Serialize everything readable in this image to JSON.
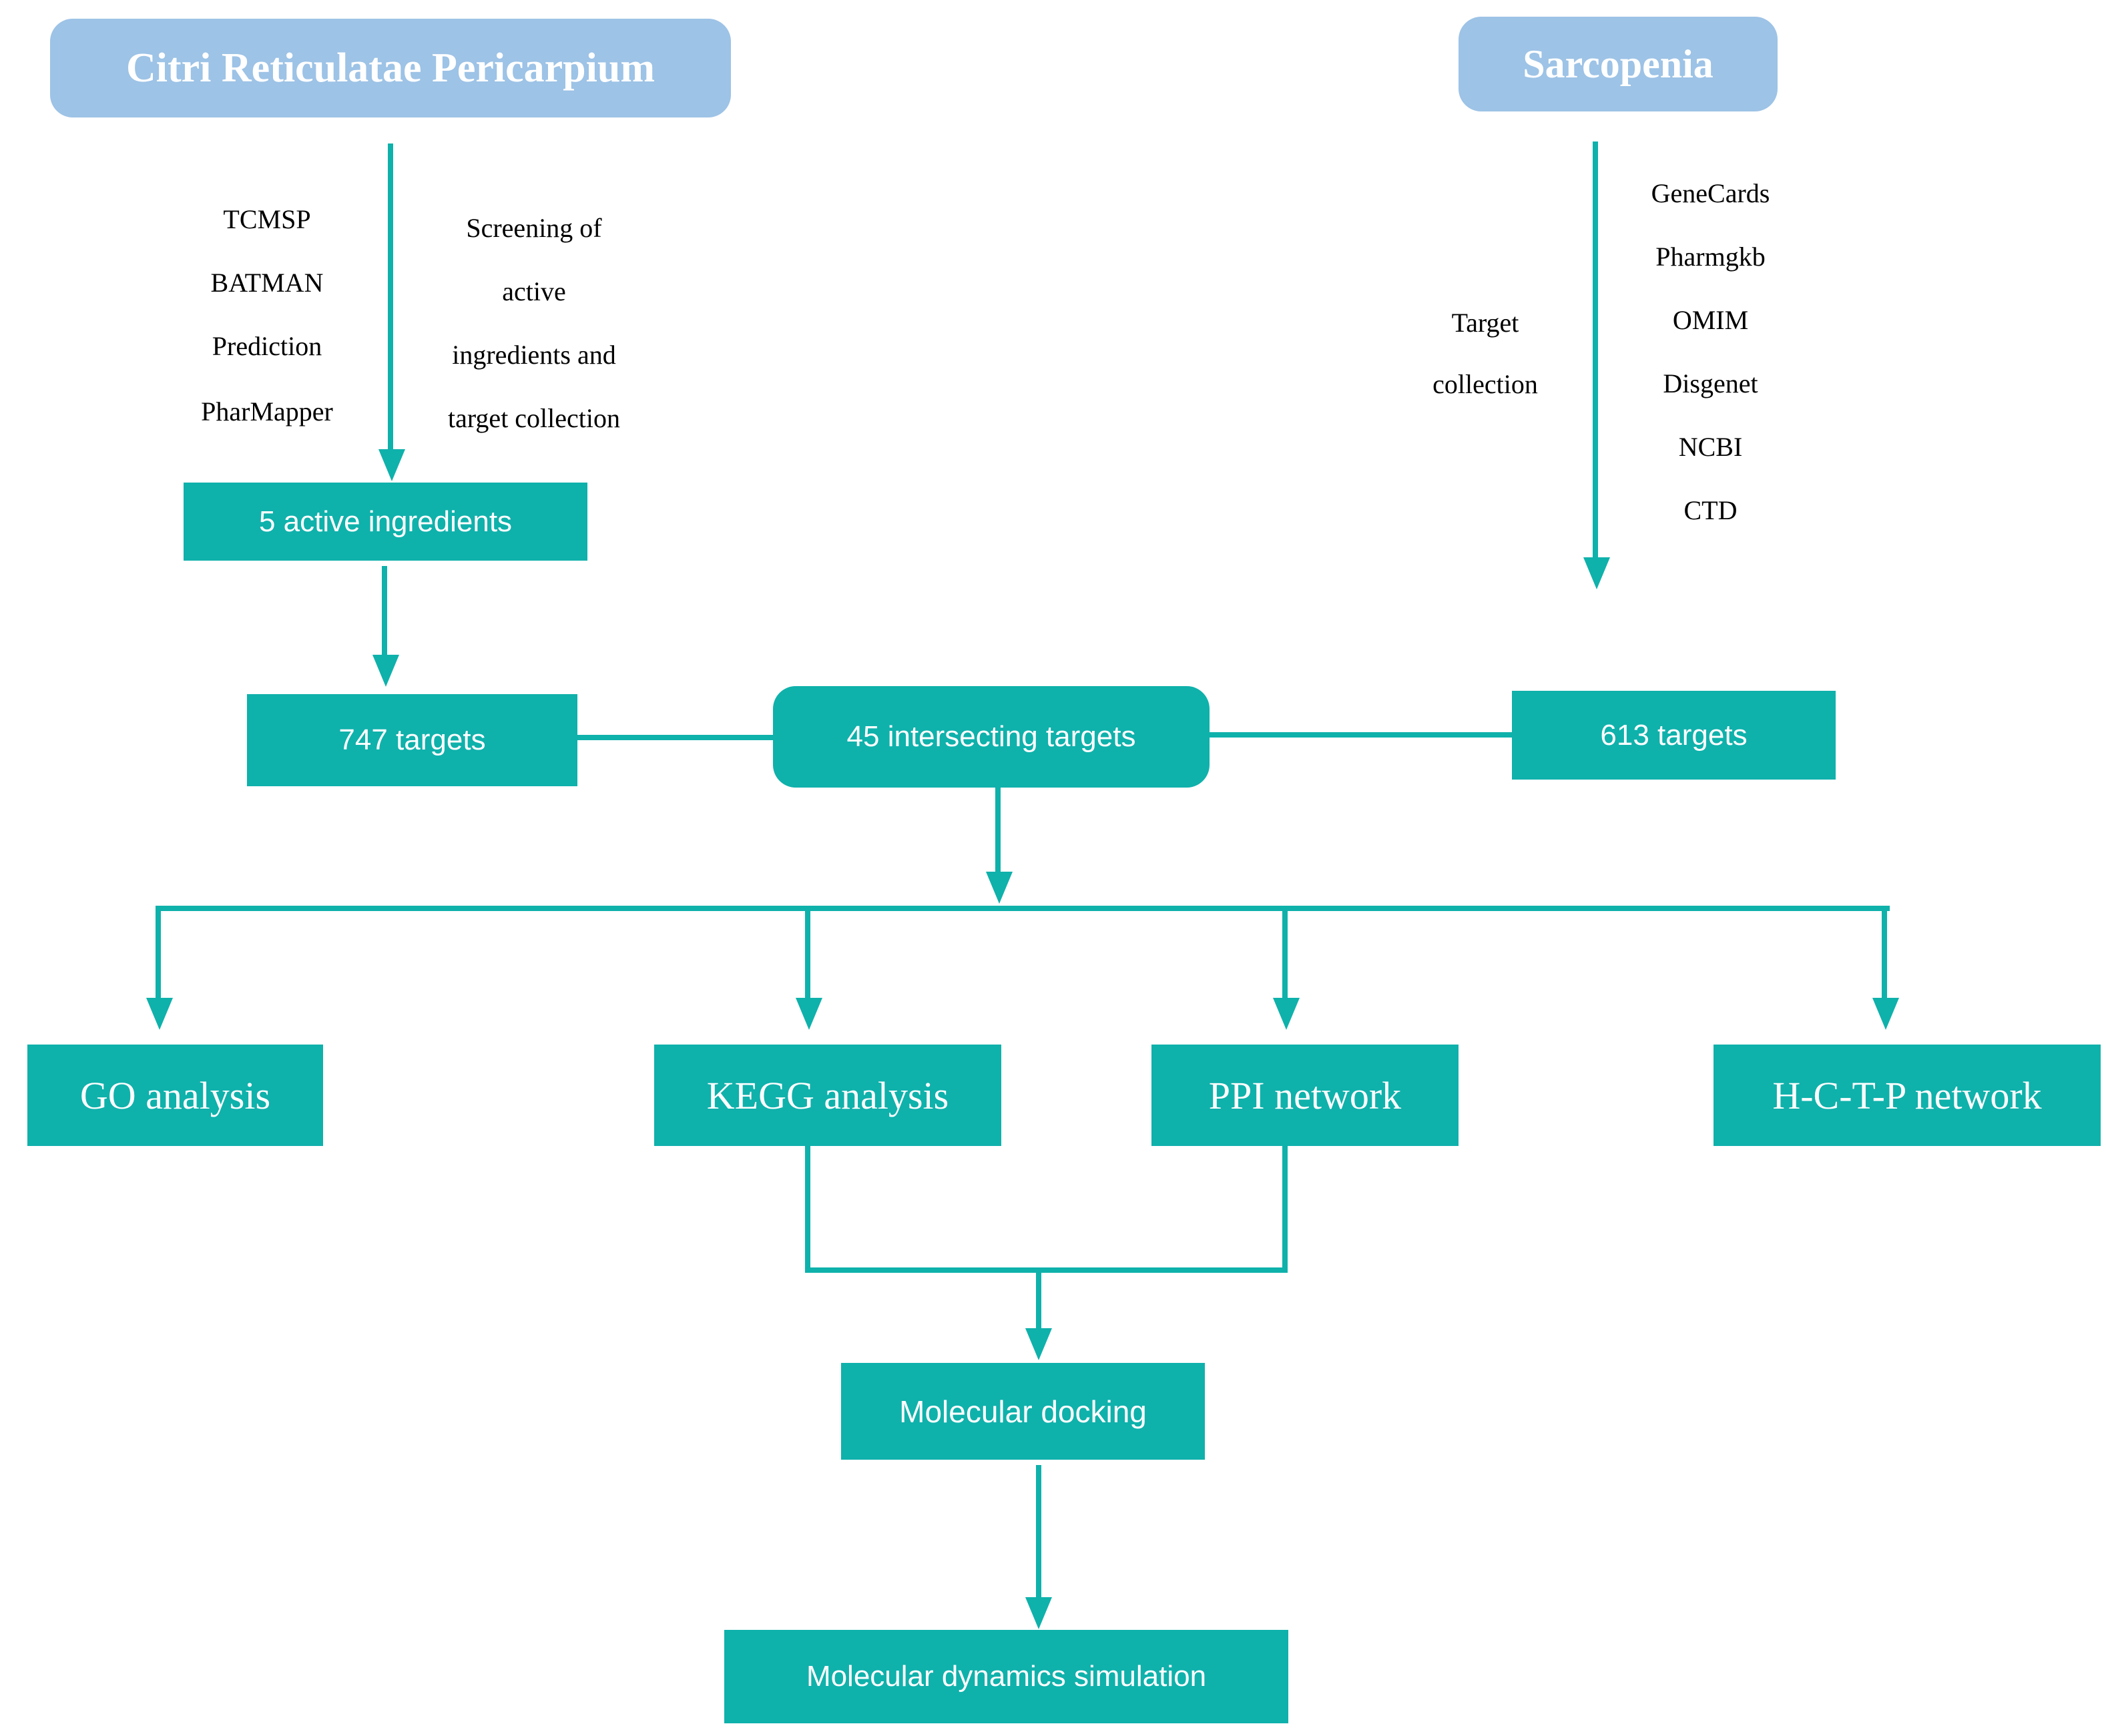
{
  "figure": {
    "type": "flowchart",
    "topic": "Network pharmacology workflow"
  },
  "colors": {
    "teal": "#0FB1AB",
    "light_blue": "#9DC3E6",
    "text_black": "#000000",
    "text_white": "#FFFFFF"
  },
  "headers": {
    "herb": "Citri Reticulatae Pericarpium",
    "disease": "Sarcopenia"
  },
  "herb_branch": {
    "databases": [
      "TCMSP",
      "BATMAN",
      "Prediction",
      "PharMapper"
    ],
    "process_label_lines": [
      "Screening of",
      "active",
      "ingredients and",
      "target collection"
    ],
    "result_ingredients": "5 active ingredients",
    "result_targets": "747 targets"
  },
  "disease_branch": {
    "process_label_lines": [
      "Target",
      "collection"
    ],
    "databases": [
      "GeneCards",
      "Pharmgkb",
      "OMIM",
      "Disgenet",
      "NCBI",
      "CTD"
    ],
    "result_targets": "613 targets"
  },
  "intersection": {
    "label": "45 intersecting targets"
  },
  "analyses": {
    "go": "GO analysis",
    "kegg": "KEGG analysis",
    "ppi": "PPI network",
    "hctp": "H-C-T-P network"
  },
  "downstream": {
    "docking": "Molecular docking",
    "dynamics": "Molecular dynamics simulation"
  }
}
